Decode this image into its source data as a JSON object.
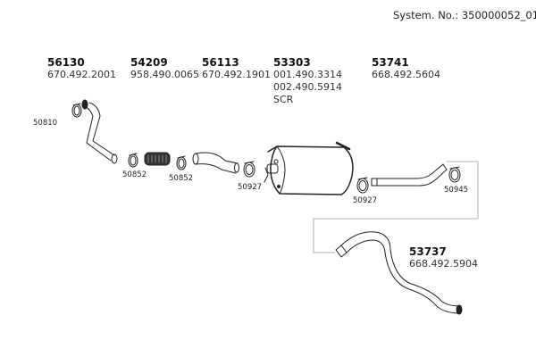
{
  "system_number_label": "System. No.: 350000052_01",
  "parts": [
    {
      "number": "56130",
      "refs": [
        "670.492.2001"
      ]
    },
    {
      "number": "54209",
      "refs": [
        "958.490.0065"
      ]
    },
    {
      "number": "56113",
      "refs": [
        "670.492.1901"
      ]
    },
    {
      "number": "53303",
      "refs": [
        "001.490.3314",
        "002.490.5914",
        "SCR"
      ]
    },
    {
      "number": "53741",
      "refs": [
        "668.492.5604"
      ]
    },
    {
      "number": "53737",
      "refs": [
        "668.492.5904"
      ]
    }
  ],
  "clamps": [
    {
      "label": "50810"
    },
    {
      "label": "50852"
    },
    {
      "label": "50852"
    },
    {
      "label": "50927"
    },
    {
      "label": "50927"
    },
    {
      "label": "50945"
    }
  ]
}
